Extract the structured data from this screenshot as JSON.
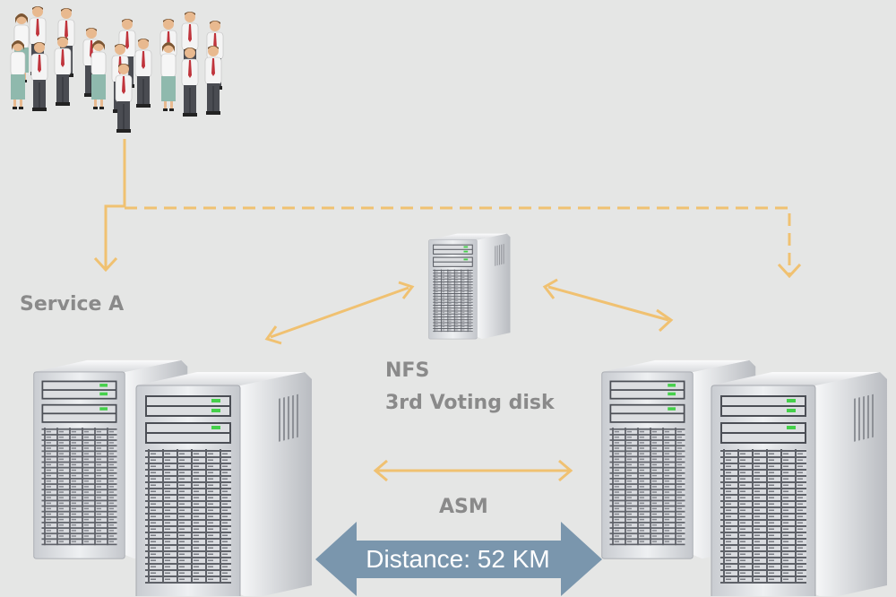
{
  "labels": {
    "service": "Service A",
    "nfs": "NFS",
    "voting_disk": "3rd Voting disk",
    "asm": "ASM",
    "distance": "Distance: 52 KM"
  },
  "colors": {
    "background": "#e5e6e5",
    "connector": "#f0c171",
    "distance_arrow": "#7a96ad",
    "label_text": "#8a8a8a"
  },
  "icons": [
    "people-group-icon",
    "server-icon"
  ]
}
